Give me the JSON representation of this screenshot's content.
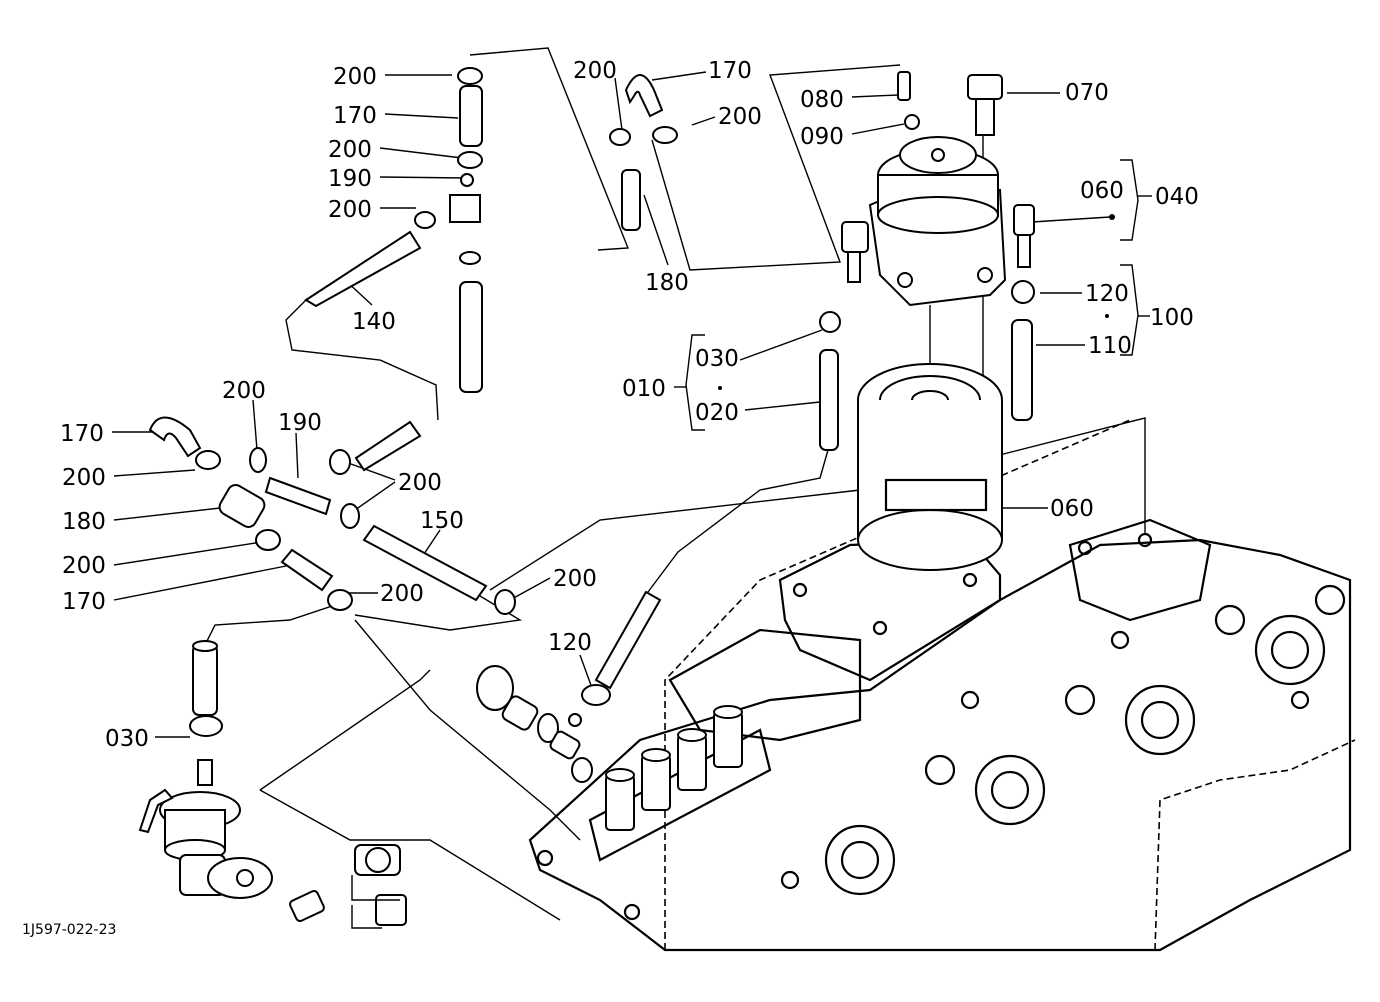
{
  "diagram": {
    "drawing_code": "1J597-022-23",
    "labels": {
      "l200_a": "200",
      "l170_a": "170",
      "l200_b": "200",
      "l190_a": "190",
      "l200_c": "200",
      "l140": "140",
      "l200_top2": "200",
      "l170_top2": "170",
      "l200_top3": "200",
      "l180_a": "180",
      "l080": "080",
      "l090": "090",
      "l070": "070",
      "l060_a": "060",
      "l040": "040",
      "l120_a": "120",
      "l100": "100",
      "l110": "110",
      "l030_a": "030",
      "l010": "010",
      "l020": "020",
      "l060_b": "060",
      "l200_m1": "200",
      "l190_b": "190",
      "l170_b": "170",
      "l200_m2": "200",
      "l200_m3": "200",
      "l180_b": "180",
      "l150": "150",
      "l200_m4": "200",
      "l170_c": "170",
      "l200_m5": "200",
      "l200_m6": "200",
      "l120_b": "120",
      "l030_b": "030"
    }
  }
}
